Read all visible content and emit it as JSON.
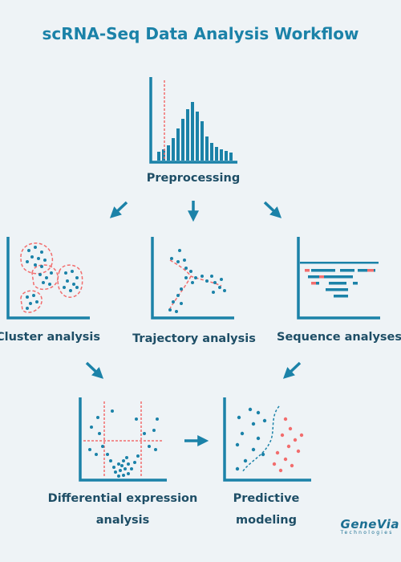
{
  "title": "scRNA-Seq Data Analysis Workflow",
  "steps": {
    "preprocessing": "Preprocessing",
    "cluster": "Cluster analysis",
    "trajectory": "Trajectory analysis",
    "sequence": "Sequence analyses",
    "differential_line1": "Differential expression",
    "differential_line2": "analysis",
    "predictive_line1": "Predictive",
    "predictive_line2": "modeling"
  },
  "logo": {
    "brand": "GeneVia",
    "tagline": "Technologies"
  },
  "colors": {
    "accent": "#1b82a8",
    "dark": "#1e4e66",
    "highlight": "#f26d6d",
    "background": "#eef3f6"
  }
}
